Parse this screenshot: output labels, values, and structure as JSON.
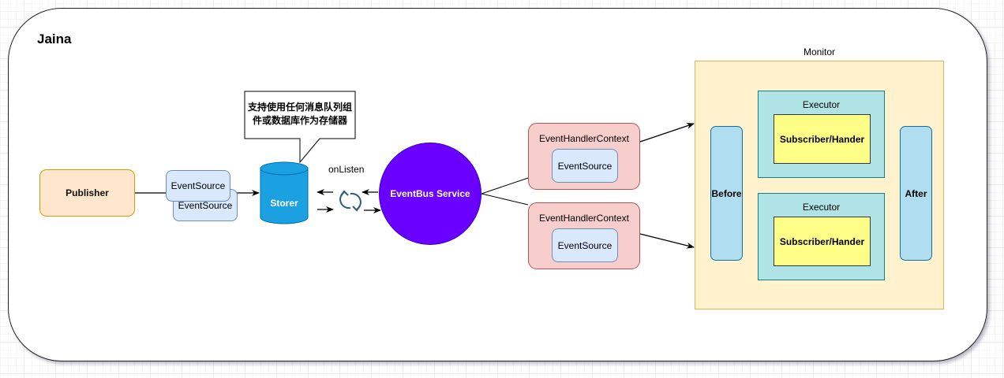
{
  "diagram": {
    "title": "Jaina",
    "nodes": {
      "publisher": "Publisher",
      "event_source_front": "EventSource",
      "event_source_back": "EventSource",
      "storer": "Storer",
      "storer_note": [
        "支持使用任何消息队列组",
        "件或数据库作为存储器"
      ],
      "on_listen": "onListen",
      "sync_icon": "refresh-cycle-icon",
      "eventbus": "EventBus Service",
      "handler_contexts": [
        {
          "label": "EventHandlerContext",
          "inner": "EventSource"
        },
        {
          "label": "EventHandlerContext",
          "inner": "EventSource"
        }
      ],
      "monitor": {
        "title": "Monitor",
        "before": "Before",
        "after": "After",
        "executors": [
          {
            "label": "Executor",
            "handler": "Subscriber/Hander"
          },
          {
            "label": "Executor",
            "handler": "Subscriber/Hander"
          }
        ]
      }
    },
    "colors": {
      "publisher_fill": "#ffe6cc",
      "event_source_fill": "#dae8fc",
      "storer_fill": "#1ba1e2",
      "eventbus_fill": "#6a00ff",
      "handler_context_fill": "#f8cecc",
      "monitor_fill": "#fff2cc",
      "executor_fill": "#b0e3e6",
      "handler_fill": "#ffff88",
      "side_fill": "#b1ddf0"
    },
    "edges": [
      {
        "from": "Publisher",
        "to": "Storer"
      },
      {
        "from": "Storer",
        "to": "EventBus Service",
        "label": "onListen",
        "bidirectional": true
      },
      {
        "from": "EventBus Service",
        "to": "EventHandlerContext 1"
      },
      {
        "from": "EventBus Service",
        "to": "EventHandlerContext 2"
      },
      {
        "from": "EventHandlerContext 1",
        "to": "Monitor"
      },
      {
        "from": "EventHandlerContext 2",
        "to": "Monitor"
      }
    ]
  }
}
